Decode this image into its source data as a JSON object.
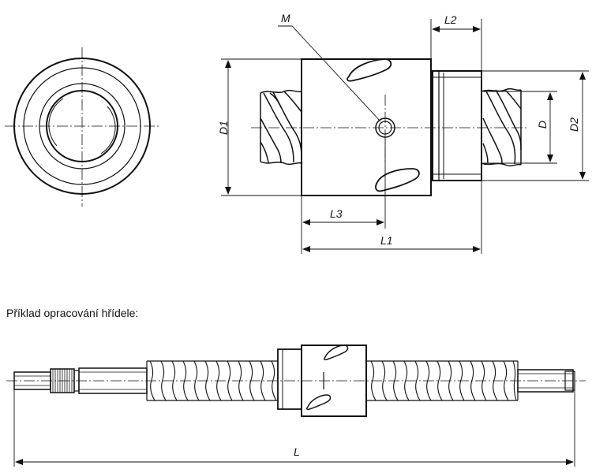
{
  "labels": {
    "M": "M",
    "L2": "L2",
    "D1": "D1",
    "D": "D",
    "D2": "D2",
    "L3": "L3",
    "L1": "L1",
    "L": "L"
  },
  "caption": "Příklad opracování hřídele:"
}
